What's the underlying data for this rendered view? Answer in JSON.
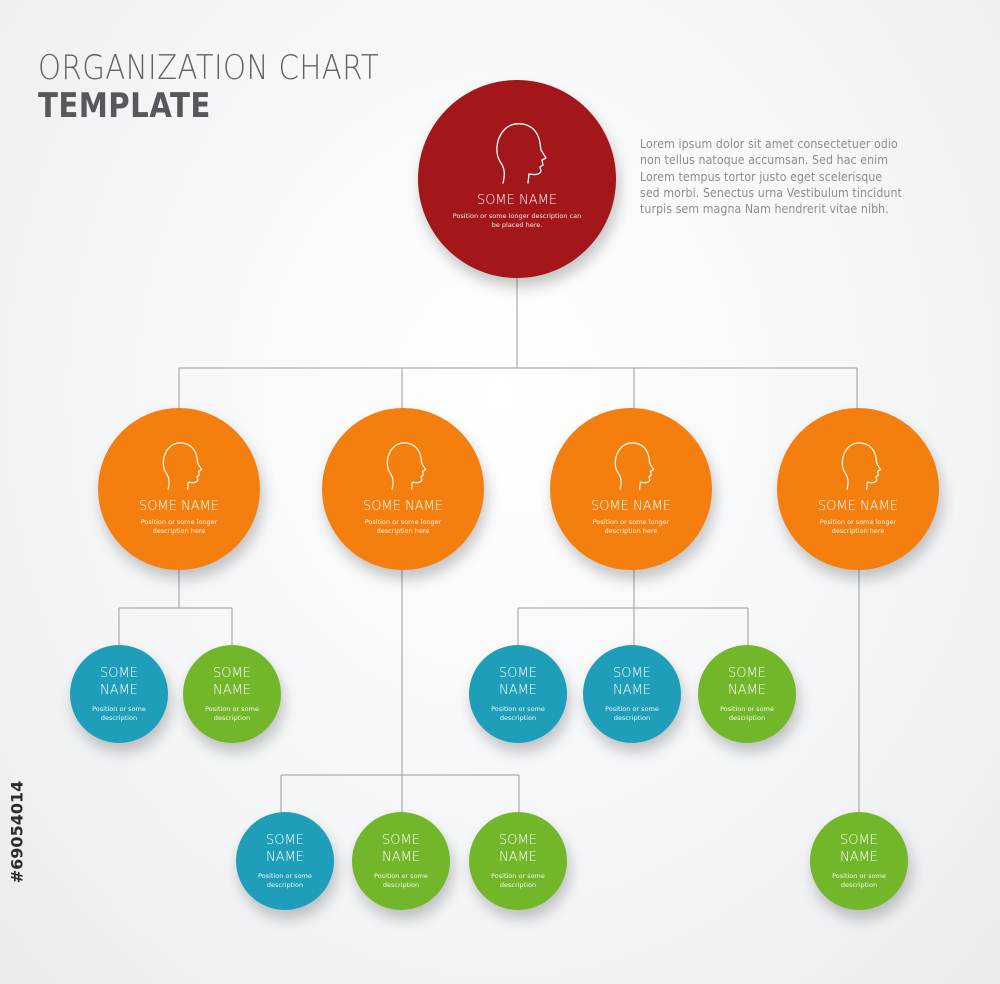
{
  "header": {
    "title_line1": "ORGANIZATION CHART",
    "title_line2": "TEMPLATE"
  },
  "intro_text": "Lorem ipsum dolor sit amet consectetuer odio non tellus natoque accumsan. Sed hac enim Lorem tempus tortor justo eget scelerisque sed morbi. Senectus urna Vestibulum tincidunt turpis sem magna Nam hendrerit vitae nibh.",
  "colors": {
    "top": "#a3161a",
    "manager": "#f47f0f",
    "blue": "#1e9eb9",
    "green": "#72b72a",
    "connector": "#9b9b9b"
  },
  "icons": {
    "person": "person-silhouette-icon"
  },
  "top_node": {
    "name": "SOME NAME",
    "description": "Position or some longer description can be placed here."
  },
  "managers": [
    {
      "name": "SOME NAME",
      "description": "Position or some longer description here"
    },
    {
      "name": "SOME NAME",
      "description": "Position or some longer description here"
    },
    {
      "name": "SOME NAME",
      "description": "Position or some longer description here"
    },
    {
      "name": "SOME NAME",
      "description": "Position or some longer description here"
    }
  ],
  "staff": [
    {
      "name": "SOME NAME",
      "description": "Position or some description",
      "color": "blue"
    },
    {
      "name": "SOME NAME",
      "description": "Position or some description",
      "color": "green"
    },
    {
      "name": "SOME NAME",
      "description": "Position or some description",
      "color": "blue"
    },
    {
      "name": "SOME NAME",
      "description": "Position or some description",
      "color": "blue"
    },
    {
      "name": "SOME NAME",
      "description": "Position or some description",
      "color": "green"
    },
    {
      "name": "SOME NAME",
      "description": "Position or some description",
      "color": "blue"
    },
    {
      "name": "SOME NAME",
      "description": "Position or some description",
      "color": "green"
    },
    {
      "name": "SOME NAME",
      "description": "Position or some description",
      "color": "green"
    },
    {
      "name": "SOME NAME",
      "description": "Position or some description",
      "color": "green"
    }
  ],
  "watermark_id": "#69054014"
}
